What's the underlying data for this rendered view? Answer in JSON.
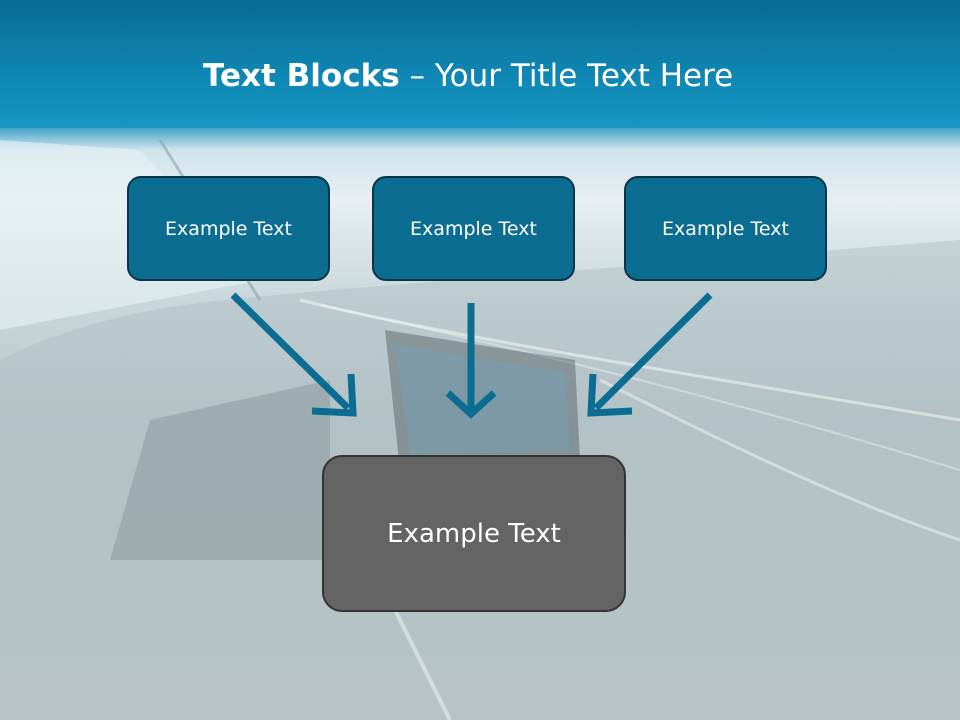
{
  "title": {
    "bold": "Text Blocks",
    "light": " – Your Title Text Here"
  },
  "blocks": [
    {
      "label": "Example Text"
    },
    {
      "label": "Example Text"
    },
    {
      "label": "Example Text"
    }
  ],
  "target": {
    "label": "Example Text"
  },
  "colors": {
    "header": "#0f87b4",
    "block_fill": "#0b6d92",
    "block_border": "#0c3447",
    "target_fill": "#646464",
    "arrow": "#0b6d92"
  }
}
